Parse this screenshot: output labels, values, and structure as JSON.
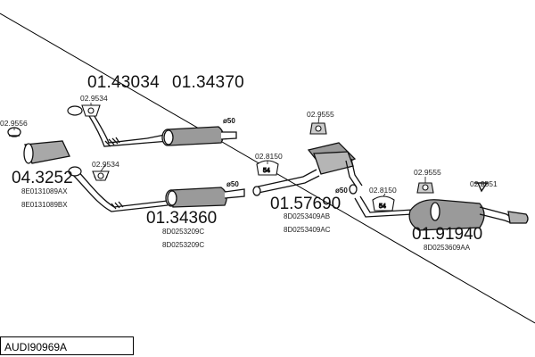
{
  "diagram": {
    "code": "AUDI90969A",
    "parts": {
      "front_pipe_main": "01.43034",
      "front_pipe_alt": "01.34370",
      "catalyst": "04.3252",
      "cat_ref_1": "8E0131089AX",
      "cat_ref_2": "8E0131089BX",
      "middle_silencer": "01.34360",
      "middle_ref_1": "8D0253209C",
      "middle_ref_2": "8D0253209C",
      "center_silencer": "01.57690",
      "center_ref_1": "8D0253409AB",
      "center_ref_2": "8D0253409AC",
      "rear_silencer": "01.91940",
      "rear_ref_1": "8D0253609AA"
    },
    "fittings": {
      "gasket_cat": "02.9556",
      "gasket_top": "02.9534",
      "gasket_mid": "02.9534",
      "hanger_center": "02.9555",
      "clamp_1": "02.8150",
      "clamp_2": "02.8150",
      "hanger_rear_1": "02.9555",
      "hanger_rear_2": "02.9551"
    },
    "diameters": {
      "d1": "ø50",
      "d2": "ø50",
      "d3": "ø50"
    }
  }
}
